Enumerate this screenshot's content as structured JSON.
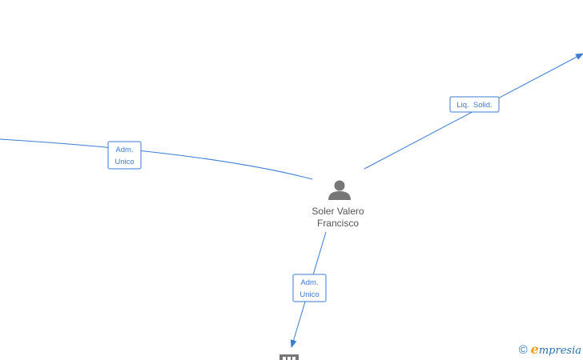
{
  "center_node": {
    "name_line1": "Soler Valero",
    "name_line2": "Francisco",
    "icon": "person-icon"
  },
  "edges": [
    {
      "id": "left",
      "label_line1": "Adm.",
      "label_line2": "Unico"
    },
    {
      "id": "right",
      "label_line1": "Liq.  Solid.",
      "label_line2": ""
    },
    {
      "id": "bottom",
      "label_line1": "Adm.",
      "label_line2": "Unico"
    }
  ],
  "target_icons": [
    "building-icon"
  ],
  "watermark": {
    "symbol": "©",
    "brand_initial": "e",
    "brand_rest": "mpresia"
  },
  "colors": {
    "edge": "#3a7bd5",
    "node_icon": "#777777",
    "label_text": "#555555",
    "brand_blue": "#2a6fb0",
    "brand_orange": "#f0a31a"
  }
}
